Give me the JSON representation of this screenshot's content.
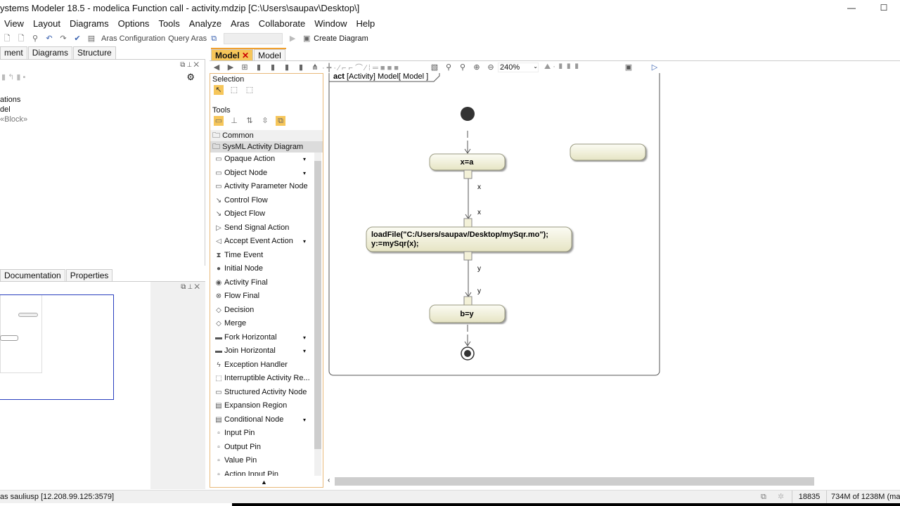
{
  "window": {
    "title": "ystems Modeler 18.5 - modelica Function call - activity.mdzip [C:\\Users\\saupav\\Desktop\\]",
    "minimize": "—",
    "maximize": "☐"
  },
  "menu": [
    "View",
    "Layout",
    "Diagrams",
    "Options",
    "Tools",
    "Analyze",
    "Aras",
    "Collaborate",
    "Window",
    "Help"
  ],
  "toolbar": {
    "aras_config": "Aras Configuration",
    "query_aras": "Query Aras",
    "create_diagram": "Create Diagram"
  },
  "left_tabs": [
    "ment",
    "Diagrams",
    "Structure"
  ],
  "tree": [
    "ations",
    "del",
    "«Block»"
  ],
  "bottom_tabs": [
    "Documentation",
    "Properties"
  ],
  "editor_tabs": [
    "Model",
    "Model"
  ],
  "zoom_level": "240%",
  "palette": {
    "selection": "Selection",
    "tools": "Tools",
    "common": "Common",
    "group": "SysML Activity Diagram",
    "items": [
      {
        "label": "Opaque Action",
        "icon": "▭",
        "more": true
      },
      {
        "label": "Object Node",
        "icon": "▭",
        "more": true
      },
      {
        "label": "Activity Parameter Node",
        "icon": "▭",
        "more": false
      },
      {
        "label": "Control Flow",
        "icon": "↘",
        "more": false
      },
      {
        "label": "Object Flow",
        "icon": "↘",
        "more": false
      },
      {
        "label": "Send Signal Action",
        "icon": "▷",
        "more": false
      },
      {
        "label": "Accept Event Action",
        "icon": "◁",
        "more": true
      },
      {
        "label": "Time Event",
        "icon": "⧗",
        "more": false
      },
      {
        "label": "Initial Node",
        "icon": "●",
        "more": false
      },
      {
        "label": "Activity Final",
        "icon": "◉",
        "more": false
      },
      {
        "label": "Flow Final",
        "icon": "⊗",
        "more": false
      },
      {
        "label": "Decision",
        "icon": "◇",
        "more": false
      },
      {
        "label": "Merge",
        "icon": "◇",
        "more": false
      },
      {
        "label": "Fork Horizontal",
        "icon": "▬",
        "more": true
      },
      {
        "label": "Join Horizontal",
        "icon": "▬",
        "more": true
      },
      {
        "label": "Exception Handler",
        "icon": "ϟ",
        "more": false
      },
      {
        "label": "Interruptible Activity Re...",
        "icon": "⬚",
        "more": false
      },
      {
        "label": "Structured Activity Node",
        "icon": "▭",
        "more": false
      },
      {
        "label": "Expansion Region",
        "icon": "▤",
        "more": false
      },
      {
        "label": "Conditional Node",
        "icon": "▤",
        "more": true
      },
      {
        "label": "Input Pin",
        "icon": "▫",
        "more": false
      },
      {
        "label": "Output Pin",
        "icon": "▫",
        "more": false
      },
      {
        "label": "Value Pin",
        "icon": "▫",
        "more": false
      },
      {
        "label": "Action Input Pin",
        "icon": "▫",
        "more": false
      }
    ]
  },
  "diagram": {
    "frame_label_kw": "act",
    "frame_label": "[Activity] Model[ Model ]",
    "actions": [
      "x=a",
      "loadFile(\"C:/Users/saupav/Desktop/mySqr.mo\");",
      "y:=mySqr(x);",
      "b=y"
    ],
    "pins": [
      "x",
      "x",
      "y",
      "y"
    ],
    "colors": {
      "action_fill": "#f1f0dc",
      "action_border": "#9a9a80"
    }
  },
  "status": {
    "user": "as sauliusp [12.208.99.125:3579]",
    "count": "18835",
    "memory": "734M of 1238M",
    "memory_suffix": "(ma"
  }
}
